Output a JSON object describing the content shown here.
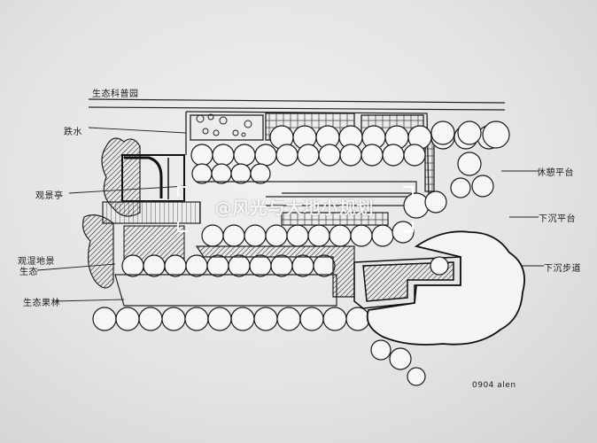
{
  "labels": {
    "eco_garden": "生态科普园",
    "water_feature": "跌水",
    "viewing_pavilion": "观景亭",
    "wetland_view": "观湿地景",
    "wetland_line2": "生态",
    "eco_forest": "生态果林",
    "rest_platform": "休憩平台",
    "sunken_platform": "下沉平台",
    "sunken_path": "下沉步道",
    "signature": "0904 alen"
  },
  "watermark": {
    "text": "@风光与大地小规划"
  },
  "colors": {
    "ink": "#1a1a1a",
    "paper": "#ececec",
    "watermark": "#ffffff"
  }
}
